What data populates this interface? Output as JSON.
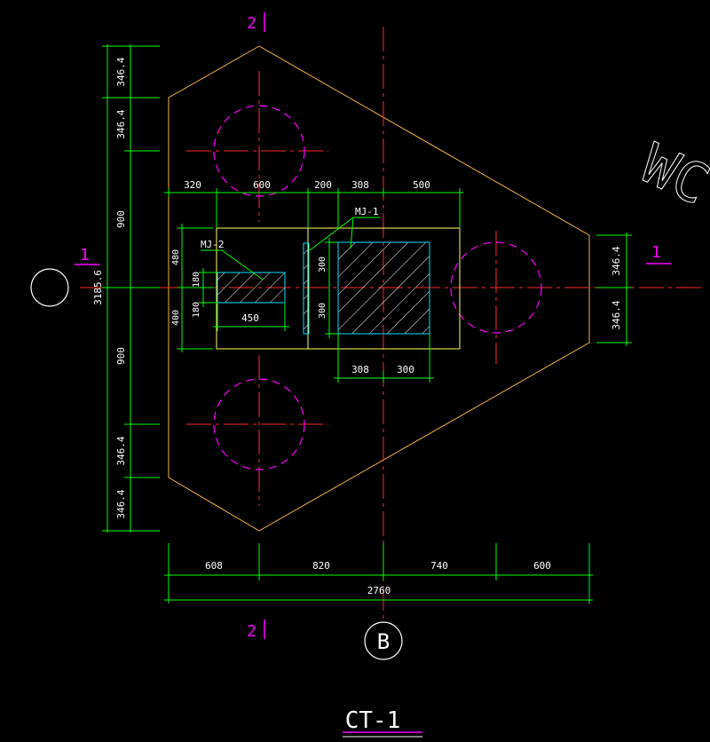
{
  "colors": {
    "background": "#000000",
    "dimension": "#00ff00",
    "outline": "#f5b342",
    "pedestal": "#ffff66",
    "embed": "#00e5ff",
    "centerline": "#ff2a2a",
    "pile": "#ff00ff",
    "text": "#ffffff"
  },
  "section_marks": {
    "top": "2",
    "bottom": "2",
    "left": "1",
    "right": "1"
  },
  "grid_bubble": "B",
  "left_dims": [
    "346.4",
    "346.4",
    "900",
    "900",
    "346.4",
    "346.4"
  ],
  "left_total": "3185.6",
  "right_dims": [
    "346.4",
    "346.4"
  ],
  "top_dims": [
    "320",
    "600",
    "200",
    "308",
    "500"
  ],
  "bottom_dims": [
    "608",
    "820",
    "740",
    "600"
  ],
  "bottom_total": "2760",
  "pedestal_dims": [
    "480",
    "400"
  ],
  "mj2_dims": [
    "180",
    "180"
  ],
  "mj1_dims": [
    "300",
    "300"
  ],
  "mj2_width": "450",
  "mj1_bottom_dims": [
    "308",
    "300"
  ],
  "labels": {
    "mj1": "MJ-1",
    "mj2": "MJ-2"
  },
  "title": "CT-1",
  "watermark": "WC"
}
